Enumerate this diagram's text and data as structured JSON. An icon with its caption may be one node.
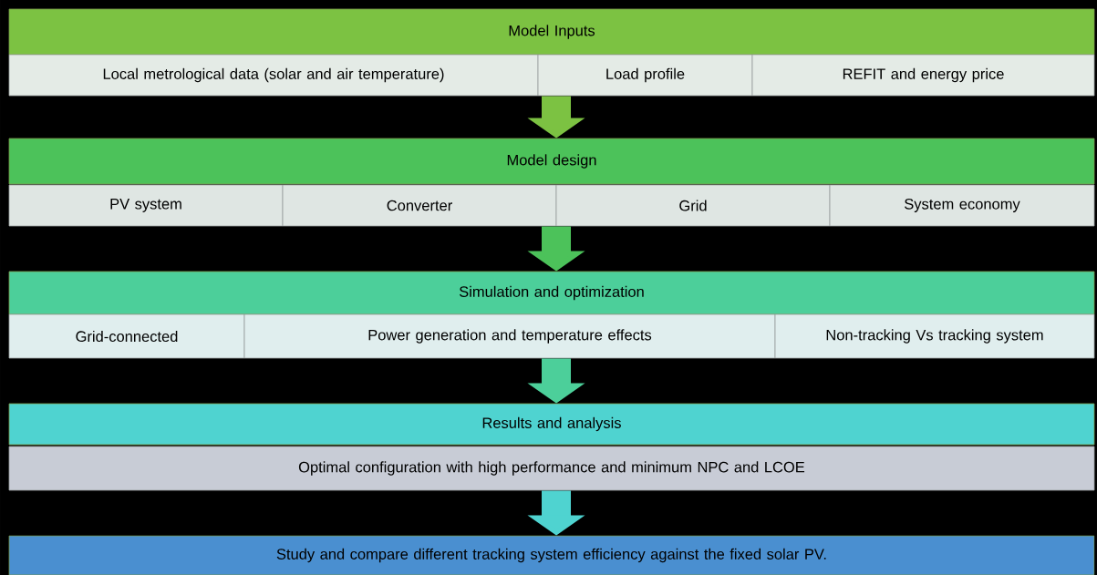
{
  "diagram": {
    "nodes": [
      {
        "text": [
          "Model Inputs"
        ]
      },
      {
        "text": [
          "Local metrological data (solar and air temperature)"
        ]
      },
      {
        "text": [
          "Load profile"
        ]
      },
      {
        "text": [
          "REFIT and energy price"
        ]
      },
      {
        "text": [
          "Model design"
        ]
      },
      {
        "text": [
          "PV system"
        ]
      },
      {
        "text": [
          "Converter"
        ]
      },
      {
        "text": [
          "Grid"
        ]
      },
      {
        "text": [
          "System economy"
        ]
      },
      {
        "text": [
          "Simulation and optimization"
        ]
      },
      {
        "text": [
          "Grid-connected"
        ]
      },
      {
        "text": [
          "Power generation and temperature effects"
        ]
      },
      {
        "text": [
          "Non-tracking Vs tracking system"
        ]
      },
      {
        "text": [
          "Results and analysis"
        ]
      },
      {
        "text": [
          "Optimal configuration with high performance and minimum NPC and LCOE"
        ]
      },
      {
        "text": [
          "Study and compare different tracking system efficiency against the fixed solar PV."
        ]
      }
    ],
    "edges": [
      {
        "from": 2,
        "to": 4,
        "arrow": "to",
        "color": "#7cc242"
      },
      {
        "from": 7,
        "to": 9,
        "arrow": "to",
        "color": "#4cc25a"
      },
      {
        "from": 11,
        "to": 13,
        "arrow": "to",
        "color": "#4ccf9a"
      },
      {
        "from": 14,
        "to": 15,
        "arrow": "to",
        "color": "#4fd3d0"
      }
    ]
  }
}
